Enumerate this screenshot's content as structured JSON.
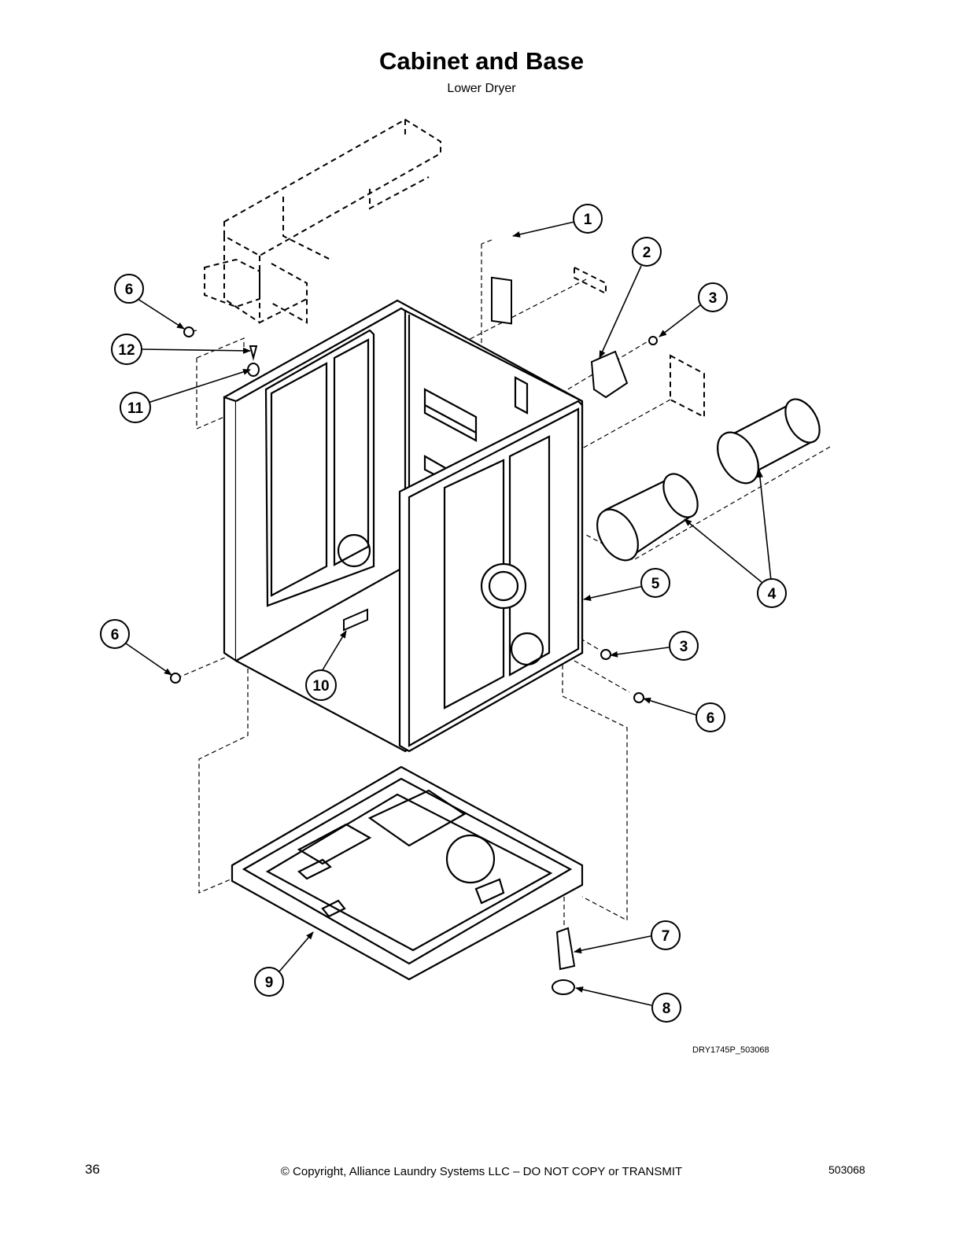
{
  "header": {
    "title": "Cabinet and Base",
    "subtitle": "Lower Dryer"
  },
  "diagram": {
    "drawing_id": "DRY1745P_503068",
    "callouts": [
      {
        "id": "c1",
        "label": "1"
      },
      {
        "id": "c2",
        "label": "2"
      },
      {
        "id": "c3a",
        "label": "3"
      },
      {
        "id": "c6a",
        "label": "6"
      },
      {
        "id": "c12",
        "label": "12"
      },
      {
        "id": "c11",
        "label": "11"
      },
      {
        "id": "c5",
        "label": "5"
      },
      {
        "id": "c4",
        "label": "4"
      },
      {
        "id": "c6b",
        "label": "6"
      },
      {
        "id": "c10",
        "label": "10"
      },
      {
        "id": "c3b",
        "label": "3"
      },
      {
        "id": "c6c",
        "label": "6"
      },
      {
        "id": "c7",
        "label": "7"
      },
      {
        "id": "c9",
        "label": "9"
      },
      {
        "id": "c8",
        "label": "8"
      }
    ]
  },
  "footer": {
    "page_number": "36",
    "copyright": "© Copyright, Alliance Laundry Systems LLC – DO NOT COPY or TRANSMIT",
    "doc_number": "503068"
  }
}
